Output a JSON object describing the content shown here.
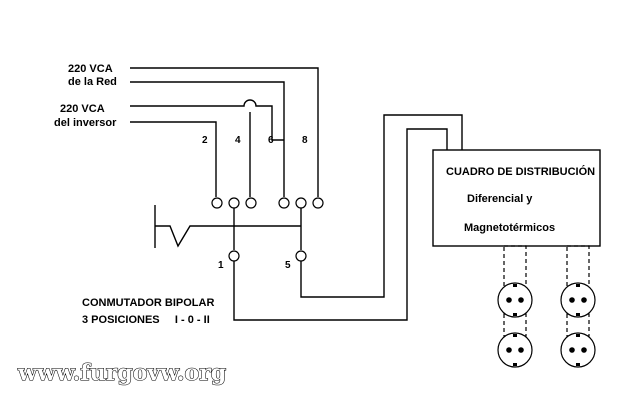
{
  "labels": {
    "red_line1": "220 VCA",
    "red_line2": "de la Red",
    "inv_line1": "220 VCA",
    "inv_line2": "del inversor",
    "t2": "2",
    "t4": "4",
    "t6": "6",
    "t8": "8",
    "t1": "1",
    "t5": "5",
    "switch_line1": "CONMUTADOR BIPOLAR",
    "switch_line2": "3 POSICIONES     I - 0 - II",
    "panel_title": "CUADRO DE DISTRIBUCIÓN",
    "panel_line2": "Diferencial   y",
    "panel_line3": "Magnetotérmicos",
    "watermark": "www.furgovw.org"
  }
}
